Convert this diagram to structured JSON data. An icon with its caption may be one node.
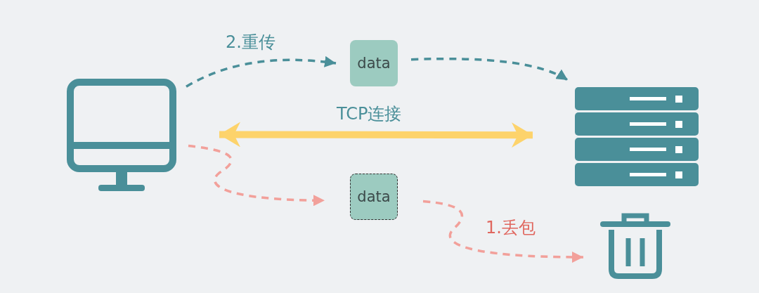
{
  "diagram": {
    "nodes": [
      {
        "text": [],
        "shape": "picture"
      },
      {
        "text": [
          "data"
        ]
      },
      {
        "text": [],
        "shape": "picture"
      },
      {
        "text": [
          "data"
        ]
      },
      {
        "text": [],
        "shape": "picture"
      }
    ],
    "edges": [
      {
        "from": 0,
        "to": 1,
        "arrow": "to",
        "label": "2.重传",
        "style": "dashed",
        "color": "#4a8f99"
      },
      {
        "from": 1,
        "to": 2,
        "arrow": "to",
        "style": "dashed",
        "color": "#4a8f99"
      },
      {
        "from": 0,
        "to": 2,
        "arrow": "both",
        "label": "TCP连接",
        "style": "thick",
        "color": "#fdd36b"
      },
      {
        "from": 0,
        "to": 3,
        "arrow": "to",
        "style": "dashed",
        "color": "#f2a09a"
      },
      {
        "from": 3,
        "to": 4,
        "arrow": "to",
        "label": "1.丢包",
        "style": "dashed",
        "color": "#f2a09a"
      }
    ]
  }
}
